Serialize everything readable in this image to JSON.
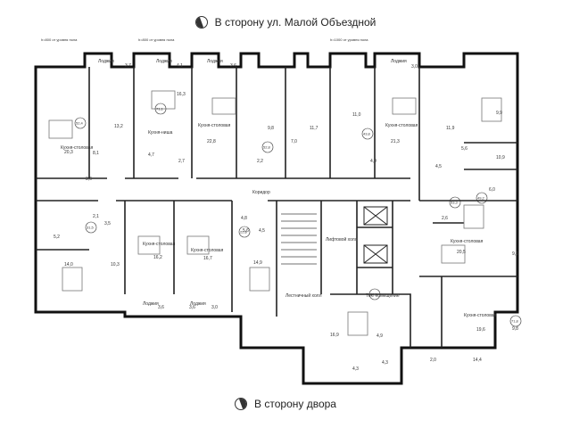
{
  "directions": {
    "top": "В сторону ул. Малой Объездной",
    "bottom": "В сторону двора"
  },
  "elevation_notes": [
    "h=800 от уровня пола",
    "h=800 от уровня пола",
    "h=1000 от уровня пола"
  ],
  "rooms": {
    "lodzhia": "Лоджия",
    "kitchen_living": "Кухня-столовая",
    "kitchen": "Кухня-ниша",
    "corridor": "Коридор",
    "lift_hall": "Лифтовой холл",
    "stair_hall": "Лестничный холл",
    "tech": "Тех. помещение"
  },
  "areas": [
    "20,3",
    "13,2",
    "8,1",
    "4,7",
    "2,7",
    "16,3",
    "22,8",
    "2,2",
    "9,8",
    "7,0",
    "11,7",
    "11,0",
    "4,9",
    "21,3",
    "11,9",
    "9,9",
    "5,6",
    "4,5",
    "10,9",
    "6,0",
    "2,6",
    "20,5",
    "9,6",
    "9,8",
    "4,3",
    "2,1",
    "5,2",
    "3,5",
    "14,0",
    "10,3",
    "16,2",
    "16,7",
    "4,8",
    "5,6",
    "4,5",
    "14,9",
    "16,9",
    "4,9",
    "4,3",
    "2,0",
    "14,4",
    "19,6",
    "3,7",
    "4,1",
    "3,6",
    "3,0",
    "3,6",
    "3,6",
    "3,0",
    "3,6"
  ],
  "apartment_totals": [
    "52,4",
    "71,1",
    "52,8",
    "43,8",
    "53,3",
    "22,6",
    "31,5",
    "71,8",
    "61,9",
    "49,2"
  ]
}
